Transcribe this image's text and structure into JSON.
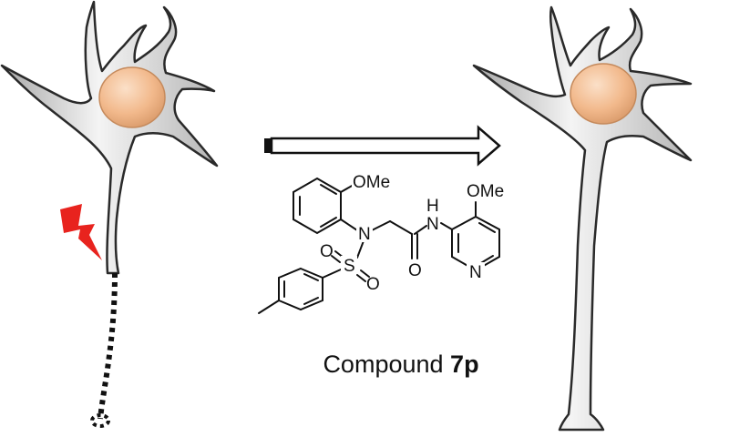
{
  "caption": {
    "prefix": "Compound",
    "compound_id": "7p"
  },
  "structure": {
    "labels": {
      "methoxy_top": "OMe",
      "methoxy_right": "OMe",
      "nitrogen_sulfonamide": "N",
      "sulfur": "S",
      "oxygen_s1": "O",
      "oxygen_s2": "O",
      "oxygen_carbonyl": "O",
      "nh_h": "H",
      "nh_n": "N",
      "pyridine_n": "N"
    }
  },
  "figure": {
    "left_neuron_state": "injured axon",
    "right_neuron_state": "regenerated axon",
    "colors": {
      "nucleus": "#f2b98c",
      "membrane": "#333333",
      "cytoplasm": "#d9d9d9",
      "injury": "#e8231e"
    }
  }
}
